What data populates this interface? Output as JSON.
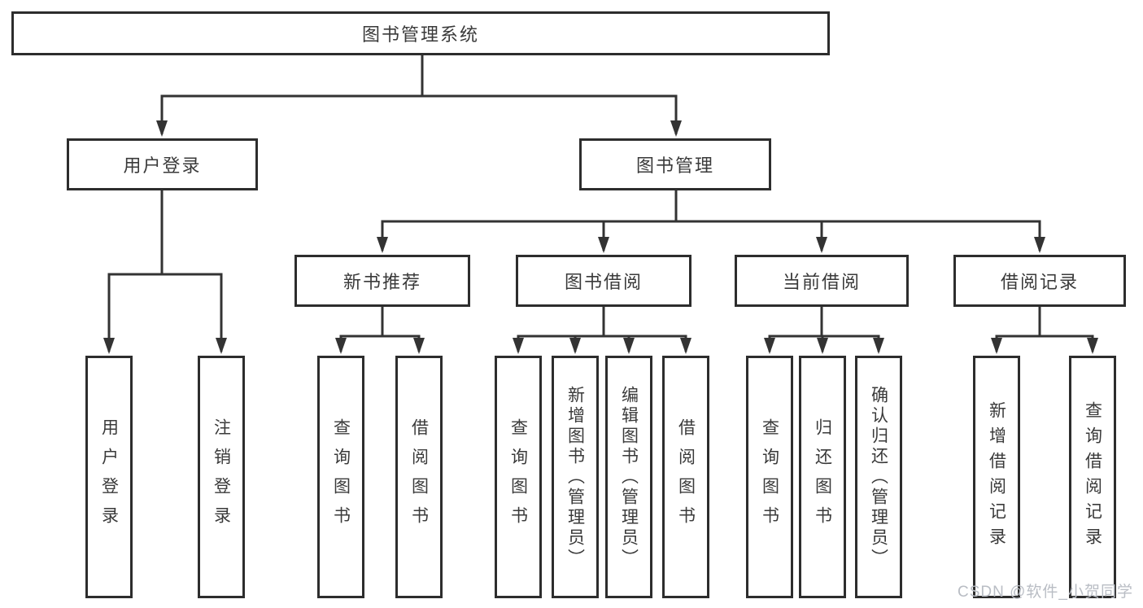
{
  "diagram_title": "图书管理系统",
  "tree": {
    "root": {
      "label": "图书管理系统"
    },
    "user_login": {
      "label": "用户登录",
      "children": [
        {
          "label": "用户登录"
        },
        {
          "label": "注销登录"
        }
      ]
    },
    "book_mgmt": {
      "label": "图书管理"
    },
    "new_book_rec": {
      "label": "新书推荐",
      "children": [
        {
          "label": "查询图书"
        },
        {
          "label": "借阅图书"
        }
      ]
    },
    "book_borrow": {
      "label": "图书借阅",
      "children": [
        {
          "label": "查询图书"
        },
        {
          "label": "新增图书（管理员）"
        },
        {
          "label": "编辑图书（管理员）"
        },
        {
          "label": "借阅图书"
        }
      ]
    },
    "current_borrow": {
      "label": "当前借阅",
      "children": [
        {
          "label": "查询图书"
        },
        {
          "label": "归还图书"
        },
        {
          "label": "确认归还（管理员）"
        }
      ]
    },
    "borrow_records": {
      "label": "借阅记录",
      "children": [
        {
          "label": "新增借阅记录"
        },
        {
          "label": "查询借阅记录"
        }
      ]
    }
  },
  "watermark": {
    "text": "CSDN @软件_小贺同学"
  },
  "colors": {
    "line": "#333333",
    "box_border": "#2d2d2d",
    "box_background": "#ffffff",
    "text": "#3a3a3a",
    "page_background": "#ffffff",
    "watermark": "#b9bdc4"
  }
}
